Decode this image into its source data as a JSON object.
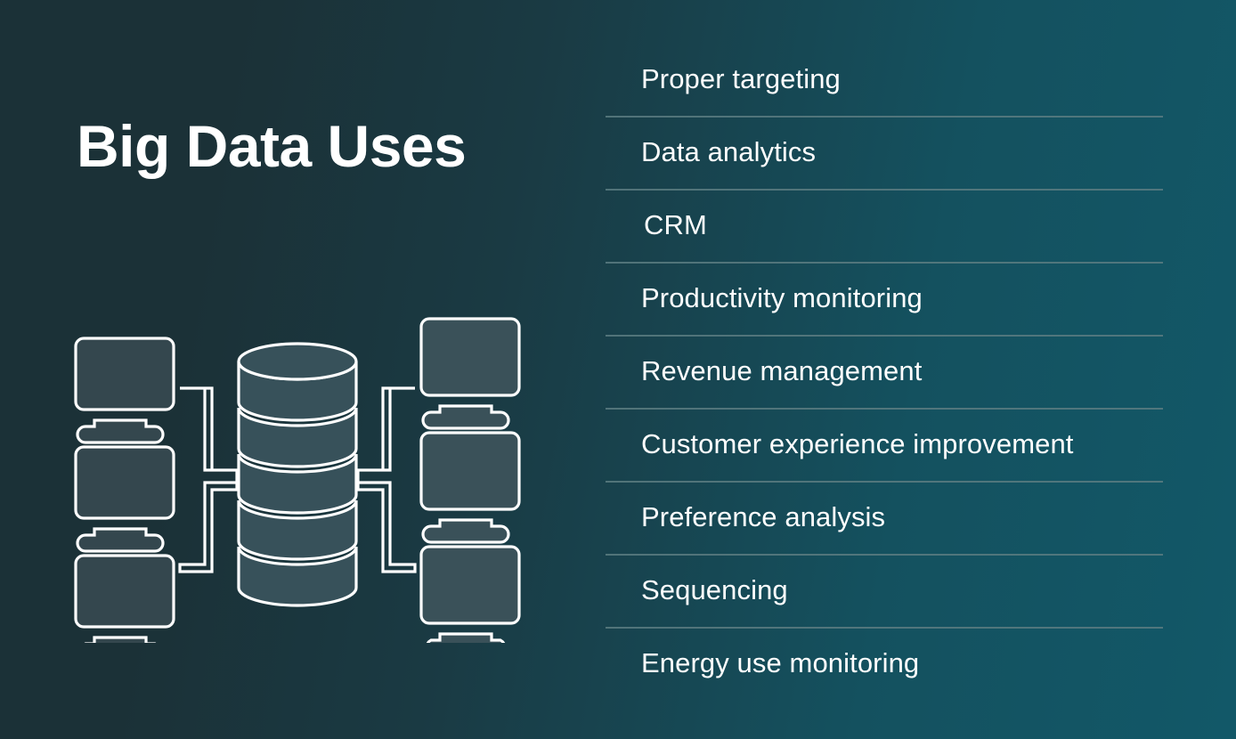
{
  "slide": {
    "title": "Big Data Uses",
    "background": {
      "gradient_from": "#1b3137",
      "gradient_to": "#125868"
    }
  },
  "illustration": {
    "name": "big-data-flow-diagram",
    "description": "Three source monitors on the left connected by pipes to a stacked database cylinder, which connects by pipes to three destination monitors on the right.",
    "source_monitor_count": 3,
    "destination_monitor_count": 3,
    "database_segments": 5,
    "colors": {
      "outline": "#ffffff",
      "screen_fill_left": "#34474e",
      "screen_fill_right": "#3a5159",
      "database_fill": "#37515a"
    }
  },
  "uses": {
    "divider_color": "#5c7c81",
    "items": [
      {
        "label": "Proper targeting"
      },
      {
        "label": "Data analytics"
      },
      {
        "label": "CRM"
      },
      {
        "label": "Productivity monitoring"
      },
      {
        "label": "Revenue management"
      },
      {
        "label": "Customer experience improvement"
      },
      {
        "label": "Preference analysis"
      },
      {
        "label": "Sequencing"
      },
      {
        "label": "Energy use monitoring"
      }
    ]
  }
}
